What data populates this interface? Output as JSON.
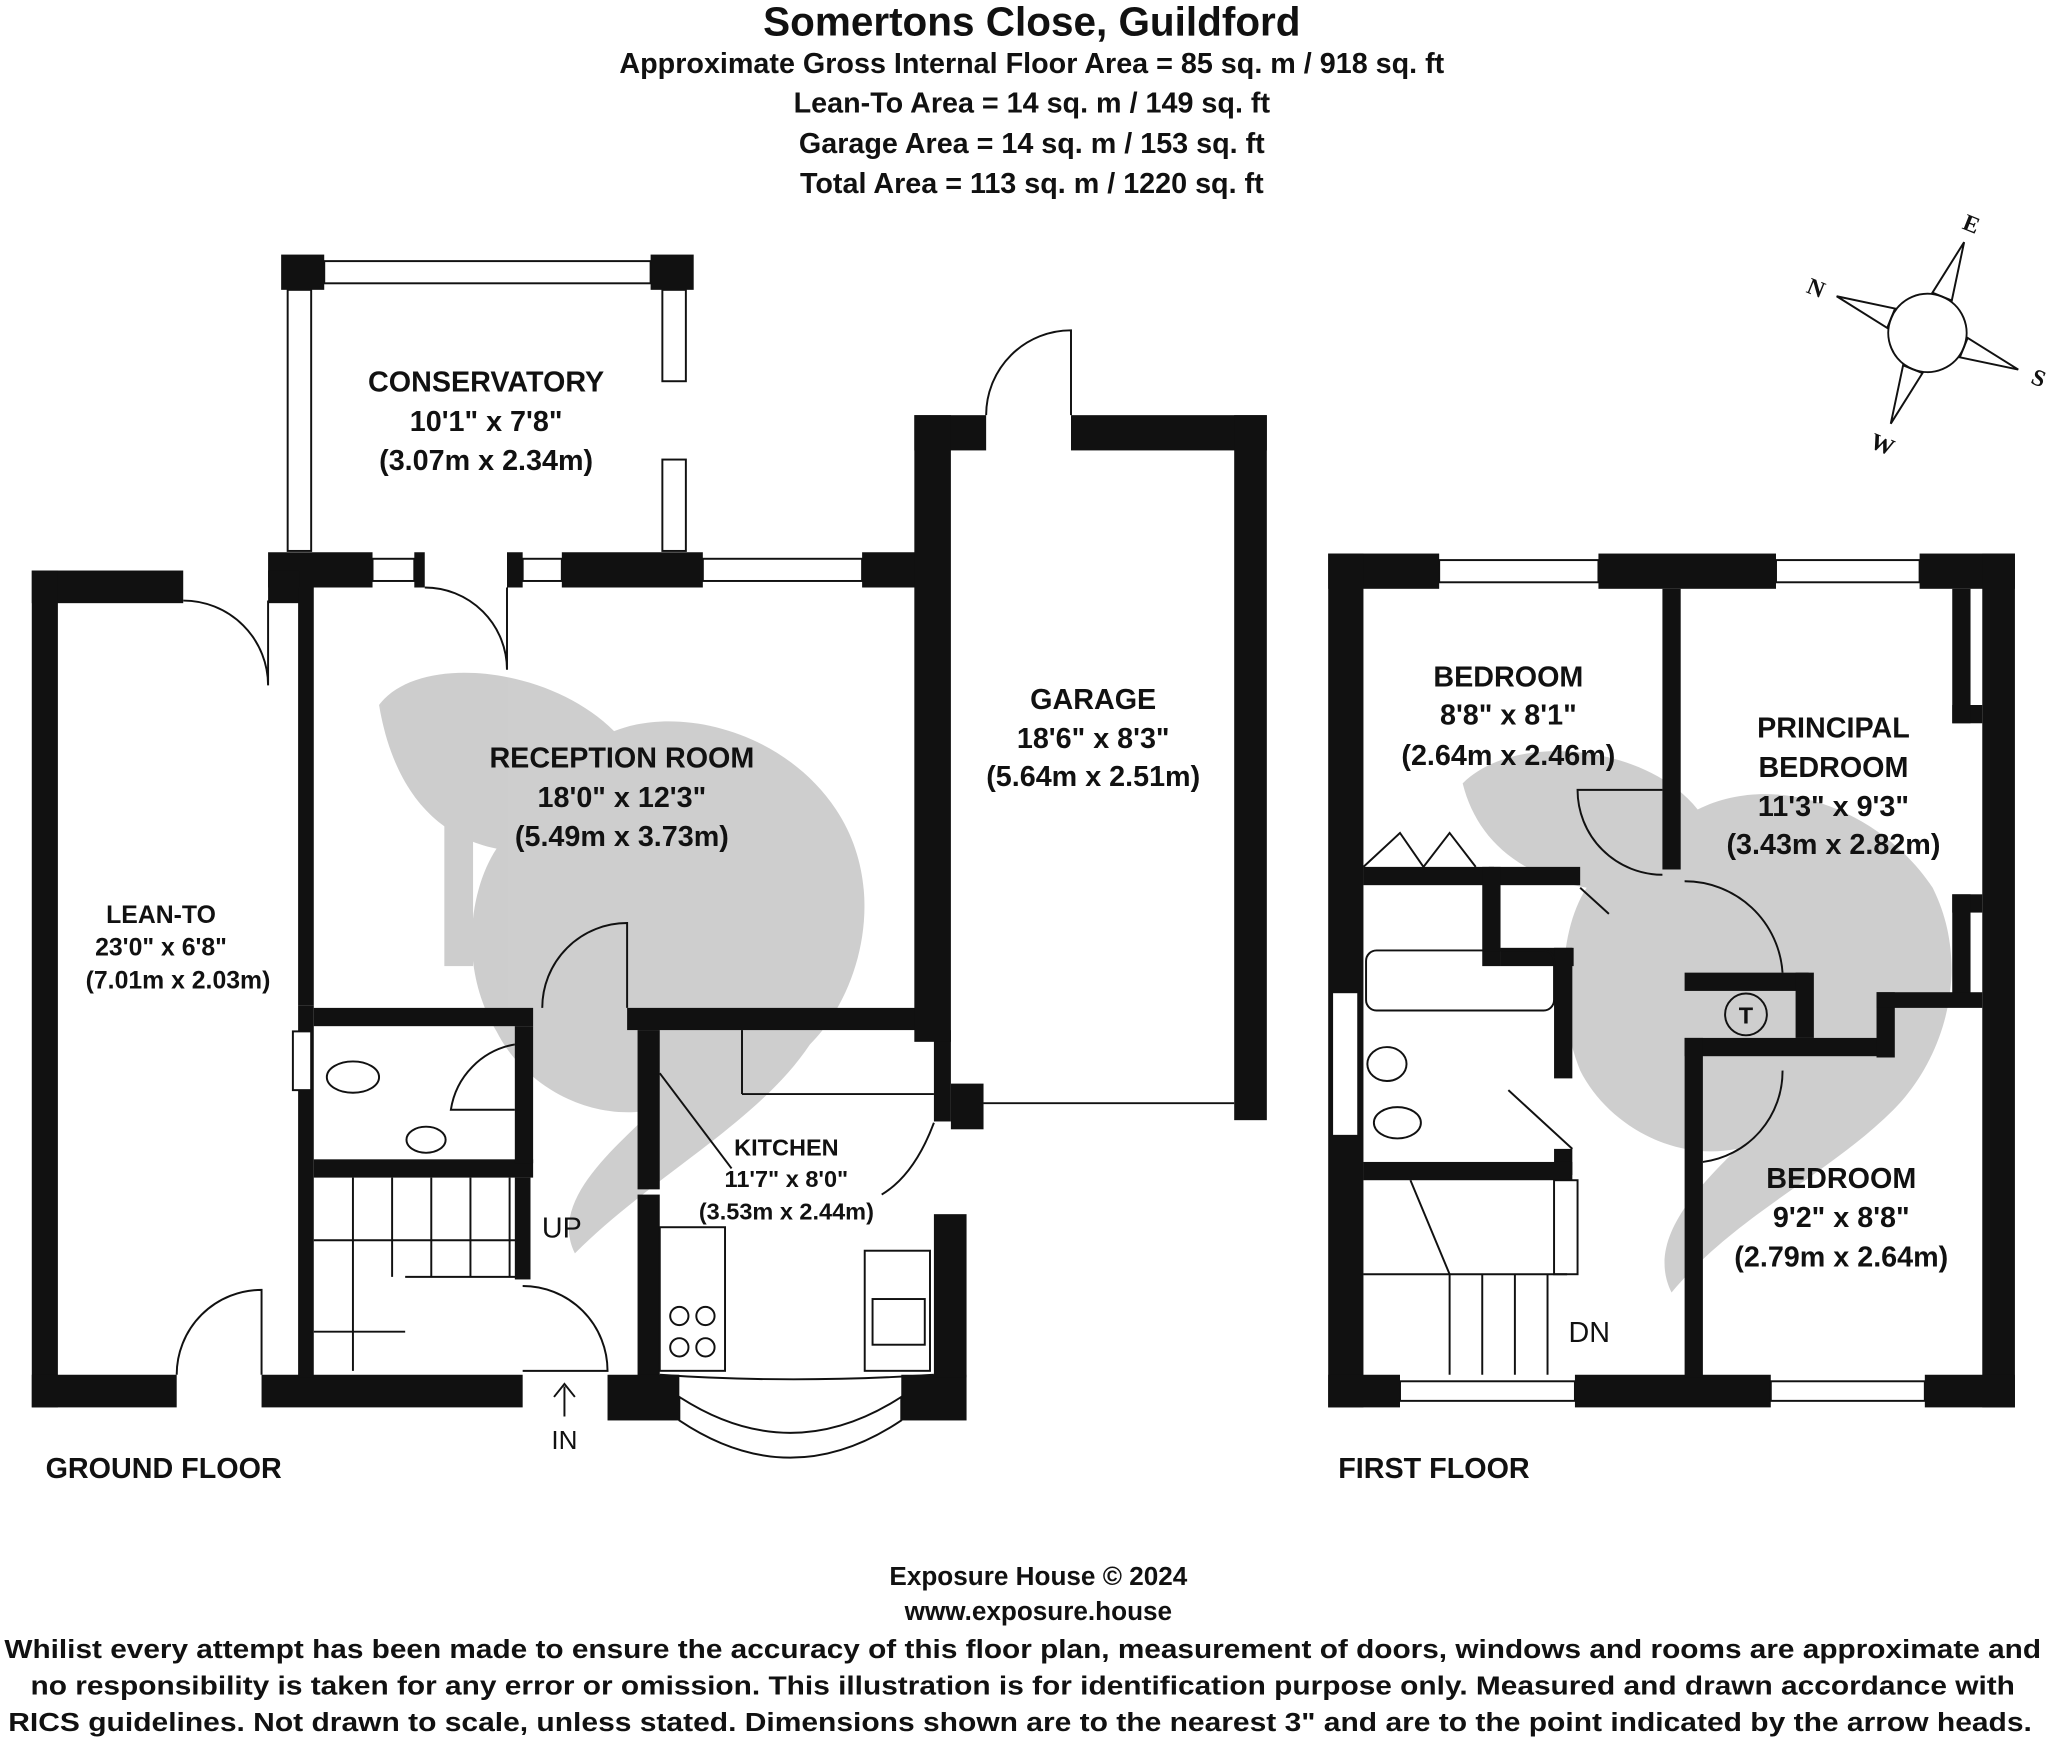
{
  "header": {
    "title": "Somertons Close, Guildford",
    "lines": [
      "Approximate Gross Internal Floor Area = 85 sq. m / 918 sq. ft",
      "Lean-To Area = 14 sq. m / 149 sq. ft",
      "Garage Area = 14 sq. m / 153 sq. ft",
      "Total Area = 113 sq. m / 1220 sq. ft"
    ]
  },
  "ground_floor": {
    "label": "GROUND FLOOR",
    "rooms": {
      "conservatory": [
        "CONSERVATORY",
        "10'1\" x 7'8\"",
        "(3.07m x 2.34m)"
      ],
      "reception": [
        "RECEPTION ROOM",
        "18'0\" x 12'3\"",
        "(5.49m x 3.73m)"
      ],
      "garage": [
        "GARAGE",
        "18'6\" x 8'3\"",
        "(5.64m x 2.51m)"
      ],
      "lean_to": [
        "LEAN-TO",
        "23'0\" x 6'8\"",
        "(7.01m x 2.03m)"
      ],
      "kitchen": [
        "KITCHEN",
        "11'7\" x 8'0\"",
        "(3.53m x 2.44m)"
      ]
    },
    "up": "UP",
    "in": "IN"
  },
  "first_floor": {
    "label": "FIRST FLOOR",
    "rooms": {
      "bedroom1": [
        "BEDROOM",
        "8'8\" x 8'1\"",
        "(2.64m x 2.46m)"
      ],
      "principal": [
        "PRINCIPAL",
        "BEDROOM",
        "11'3\" x 9'3\"",
        "(3.43m x 2.82m)"
      ],
      "bedroom2": [
        "BEDROOM",
        "9'2\" x 8'8\"",
        "(2.79m x 2.64m)"
      ]
    },
    "dn": "DN",
    "tank": "T"
  },
  "compass": {
    "n": "N",
    "e": "E",
    "s": "S",
    "w": "W"
  },
  "footer": {
    "company": "Exposure House © 2024",
    "website": "www.exposure.house",
    "disclaimer": [
      "Whilist every attempt has been made to ensure the accuracy of this floor plan, measurement of doors, windows and rooms are approximate and",
      "no responsibility is taken for any error or omission. This illustration is for identification purpose only. Measured and drawn accordance with",
      "RICS guidelines. Not drawn to scale, unless stated. Dimensions shown are to the nearest 3\" and are to the point indicated by the arrow heads."
    ]
  }
}
